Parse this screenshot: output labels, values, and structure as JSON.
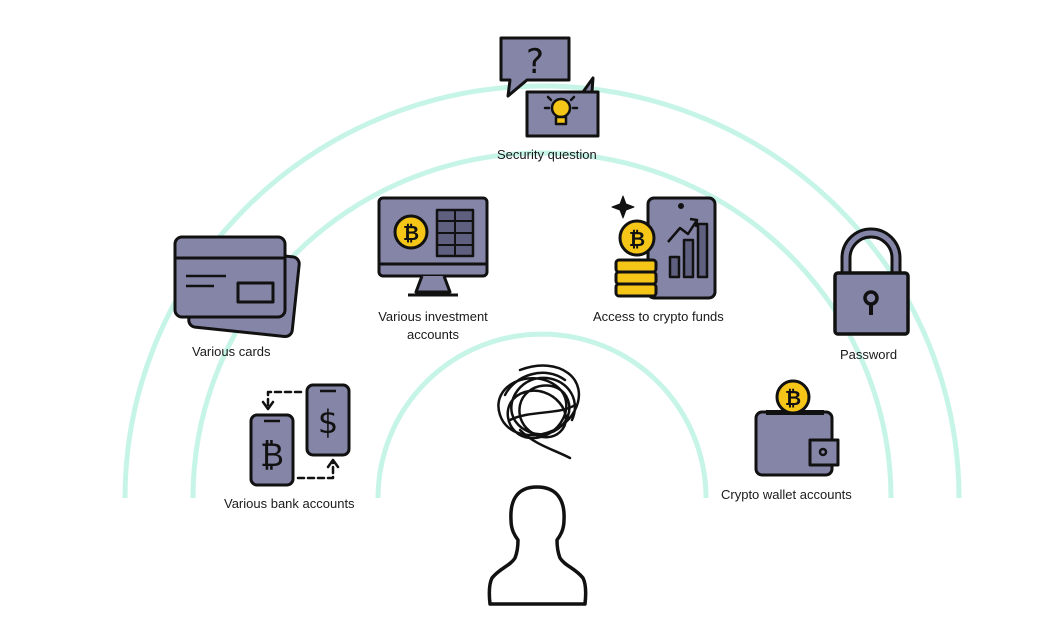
{
  "colors": {
    "arc": "#c6f5e8",
    "icon_fill": "#8585a8",
    "icon_dark": "#5f5f80",
    "outline": "#111111",
    "coin": "#f5c518",
    "coin_dark": "#e0a800",
    "light_blue": "#b8d8f0"
  },
  "items": {
    "security_question": {
      "label": "Security question",
      "icon": "speech-bubbles-icon"
    },
    "various_cards": {
      "label": "Various cards",
      "icon": "credit-cards-icon"
    },
    "investment_accounts": {
      "label": "Various investment accounts",
      "icon": "bitcoin-monitor-icon"
    },
    "crypto_funds": {
      "label": "Access to crypto funds",
      "icon": "crypto-tablet-icon"
    },
    "password": {
      "label": "Password",
      "icon": "padlock-icon"
    },
    "bank_accounts": {
      "label": "Various bank accounts",
      "icon": "phone-transfer-icon"
    },
    "wallet_accounts": {
      "label": "Crypto wallet accounts",
      "icon": "crypto-wallet-icon"
    }
  },
  "center": {
    "person_icon": "person-silhouette-icon",
    "confusion_icon": "scribble-icon"
  }
}
